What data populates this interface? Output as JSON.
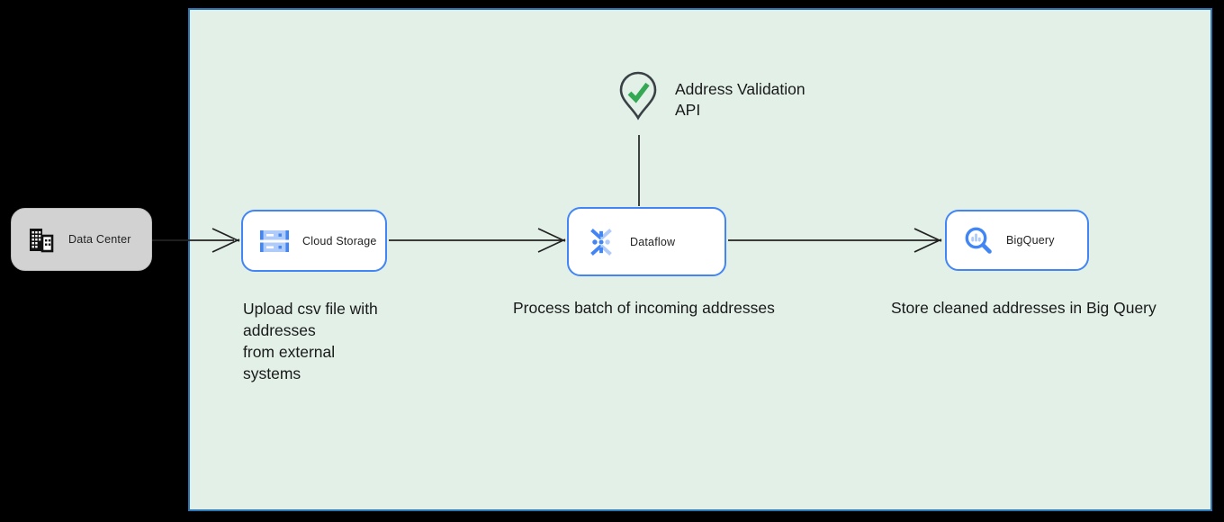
{
  "colors": {
    "page_bg": "#000000",
    "board_bg": "#e2f0e8",
    "board_border": "#2e77b5",
    "node_border": "#4285f4",
    "icon_blue": "#4285f4",
    "icon_blue_light": "#aecbfa",
    "check_green": "#34a853",
    "pin_outline": "#3a4145",
    "datacenter_bg": "#d2d2d2",
    "ink": "#1a1a1a"
  },
  "nodes": {
    "data_center": {
      "label": "Data Center"
    },
    "cloud_storage": {
      "label": "Cloud Storage"
    },
    "dataflow": {
      "label": "Dataflow"
    },
    "bigquery": {
      "label": "BigQuery"
    },
    "address_validation_api": {
      "label": "Address Validation API"
    }
  },
  "captions": {
    "cloud_storage": "Upload csv file with\naddresses\nfrom external\nsystems",
    "dataflow": "Process batch of incoming addresses",
    "bigquery": "Store cleaned addresses in Big Query"
  }
}
